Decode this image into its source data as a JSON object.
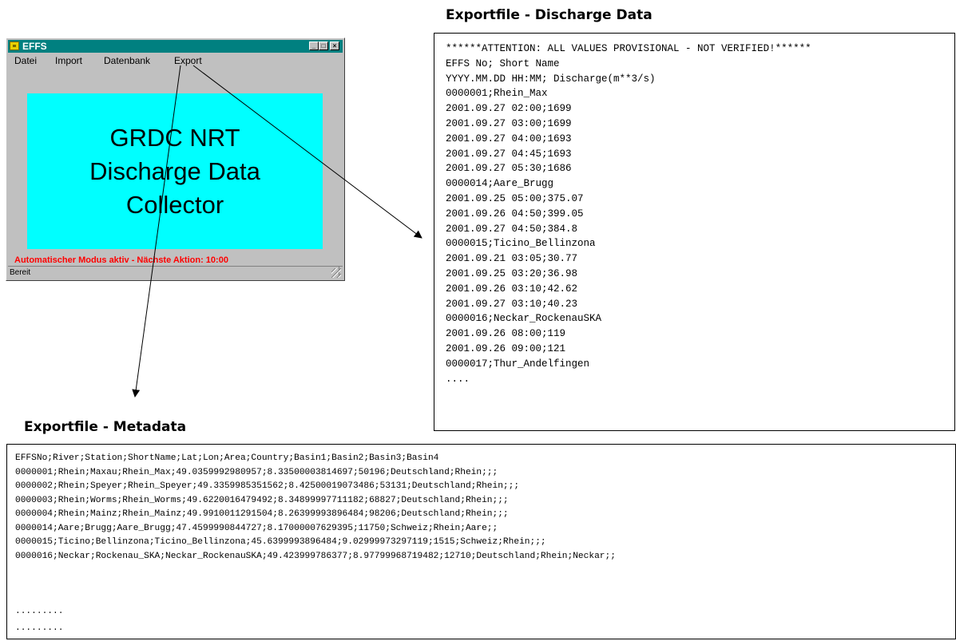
{
  "window": {
    "title": "EFFS",
    "menu": [
      "Datei",
      "Import",
      "Datenbank",
      "Export"
    ],
    "display_lines": [
      "GRDC NRT",
      "Discharge Data",
      "Collector"
    ],
    "status_message": "Automatischer Modus aktiv - Nächste Aktion: 10:00",
    "statusbar_text": "Bereit"
  },
  "discharge": {
    "title": "Exportfile - Discharge Data",
    "lines": [
      "******ATTENTION: ALL VALUES PROVISIONAL - NOT VERIFIED!******",
      "EFFS No; Short Name",
      "YYYY.MM.DD HH:MM; Discharge(m**3/s)",
      "0000001;Rhein_Max",
      "2001.09.27 02:00;1699",
      "2001.09.27 03:00;1699",
      "2001.09.27 04:00;1693",
      "2001.09.27 04:45;1693",
      "2001.09.27 05:30;1686",
      "0000014;Aare_Brugg",
      "2001.09.25 05:00;375.07",
      "2001.09.26 04:50;399.05",
      "2001.09.27 04:50;384.8",
      "0000015;Ticino_Bellinzona",
      "2001.09.21 03:05;30.77",
      "2001.09.25 03:20;36.98",
      "2001.09.26 03:10;42.62",
      "2001.09.27 03:10;40.23",
      "0000016;Neckar_RockenauSKA",
      "2001.09.26 08:00;119",
      "2001.09.26 09:00;121",
      "0000017;Thur_Andelfingen",
      "...."
    ]
  },
  "metadata": {
    "title": "Exportfile - Metadata",
    "lines": [
      "EFFSNo;River;Station;ShortName;Lat;Lon;Area;Country;Basin1;Basin2;Basin3;Basin4",
      "0000001;Rhein;Maxau;Rhein_Max;49.0359992980957;8.33500003814697;50196;Deutschland;Rhein;;;",
      "0000002;Rhein;Speyer;Rhein_Speyer;49.3359985351562;8.42500019073486;53131;Deutschland;Rhein;;;",
      "0000003;Rhein;Worms;Rhein_Worms;49.6220016479492;8.34899997711182;68827;Deutschland;Rhein;;;",
      "0000004;Rhein;Mainz;Rhein_Mainz;49.9910011291504;8.26399993896484;98206;Deutschland;Rhein;;;",
      "0000014;Aare;Brugg;Aare_Brugg;47.4599990844727;8.17000007629395;11750;Schweiz;Rhein;Aare;;",
      "0000015;Ticino;Bellinzona;Ticino_Bellinzona;45.6399993896484;9.02999973297119;1515;Schweiz;Rhein;;;",
      "0000016;Neckar;Rockenau_SKA;Neckar_RockenauSKA;49.423999786377;8.97799968719482;12710;Deutschland;Rhein;Neckar;;"
    ],
    "dots": [
      ".........",
      "........."
    ]
  }
}
